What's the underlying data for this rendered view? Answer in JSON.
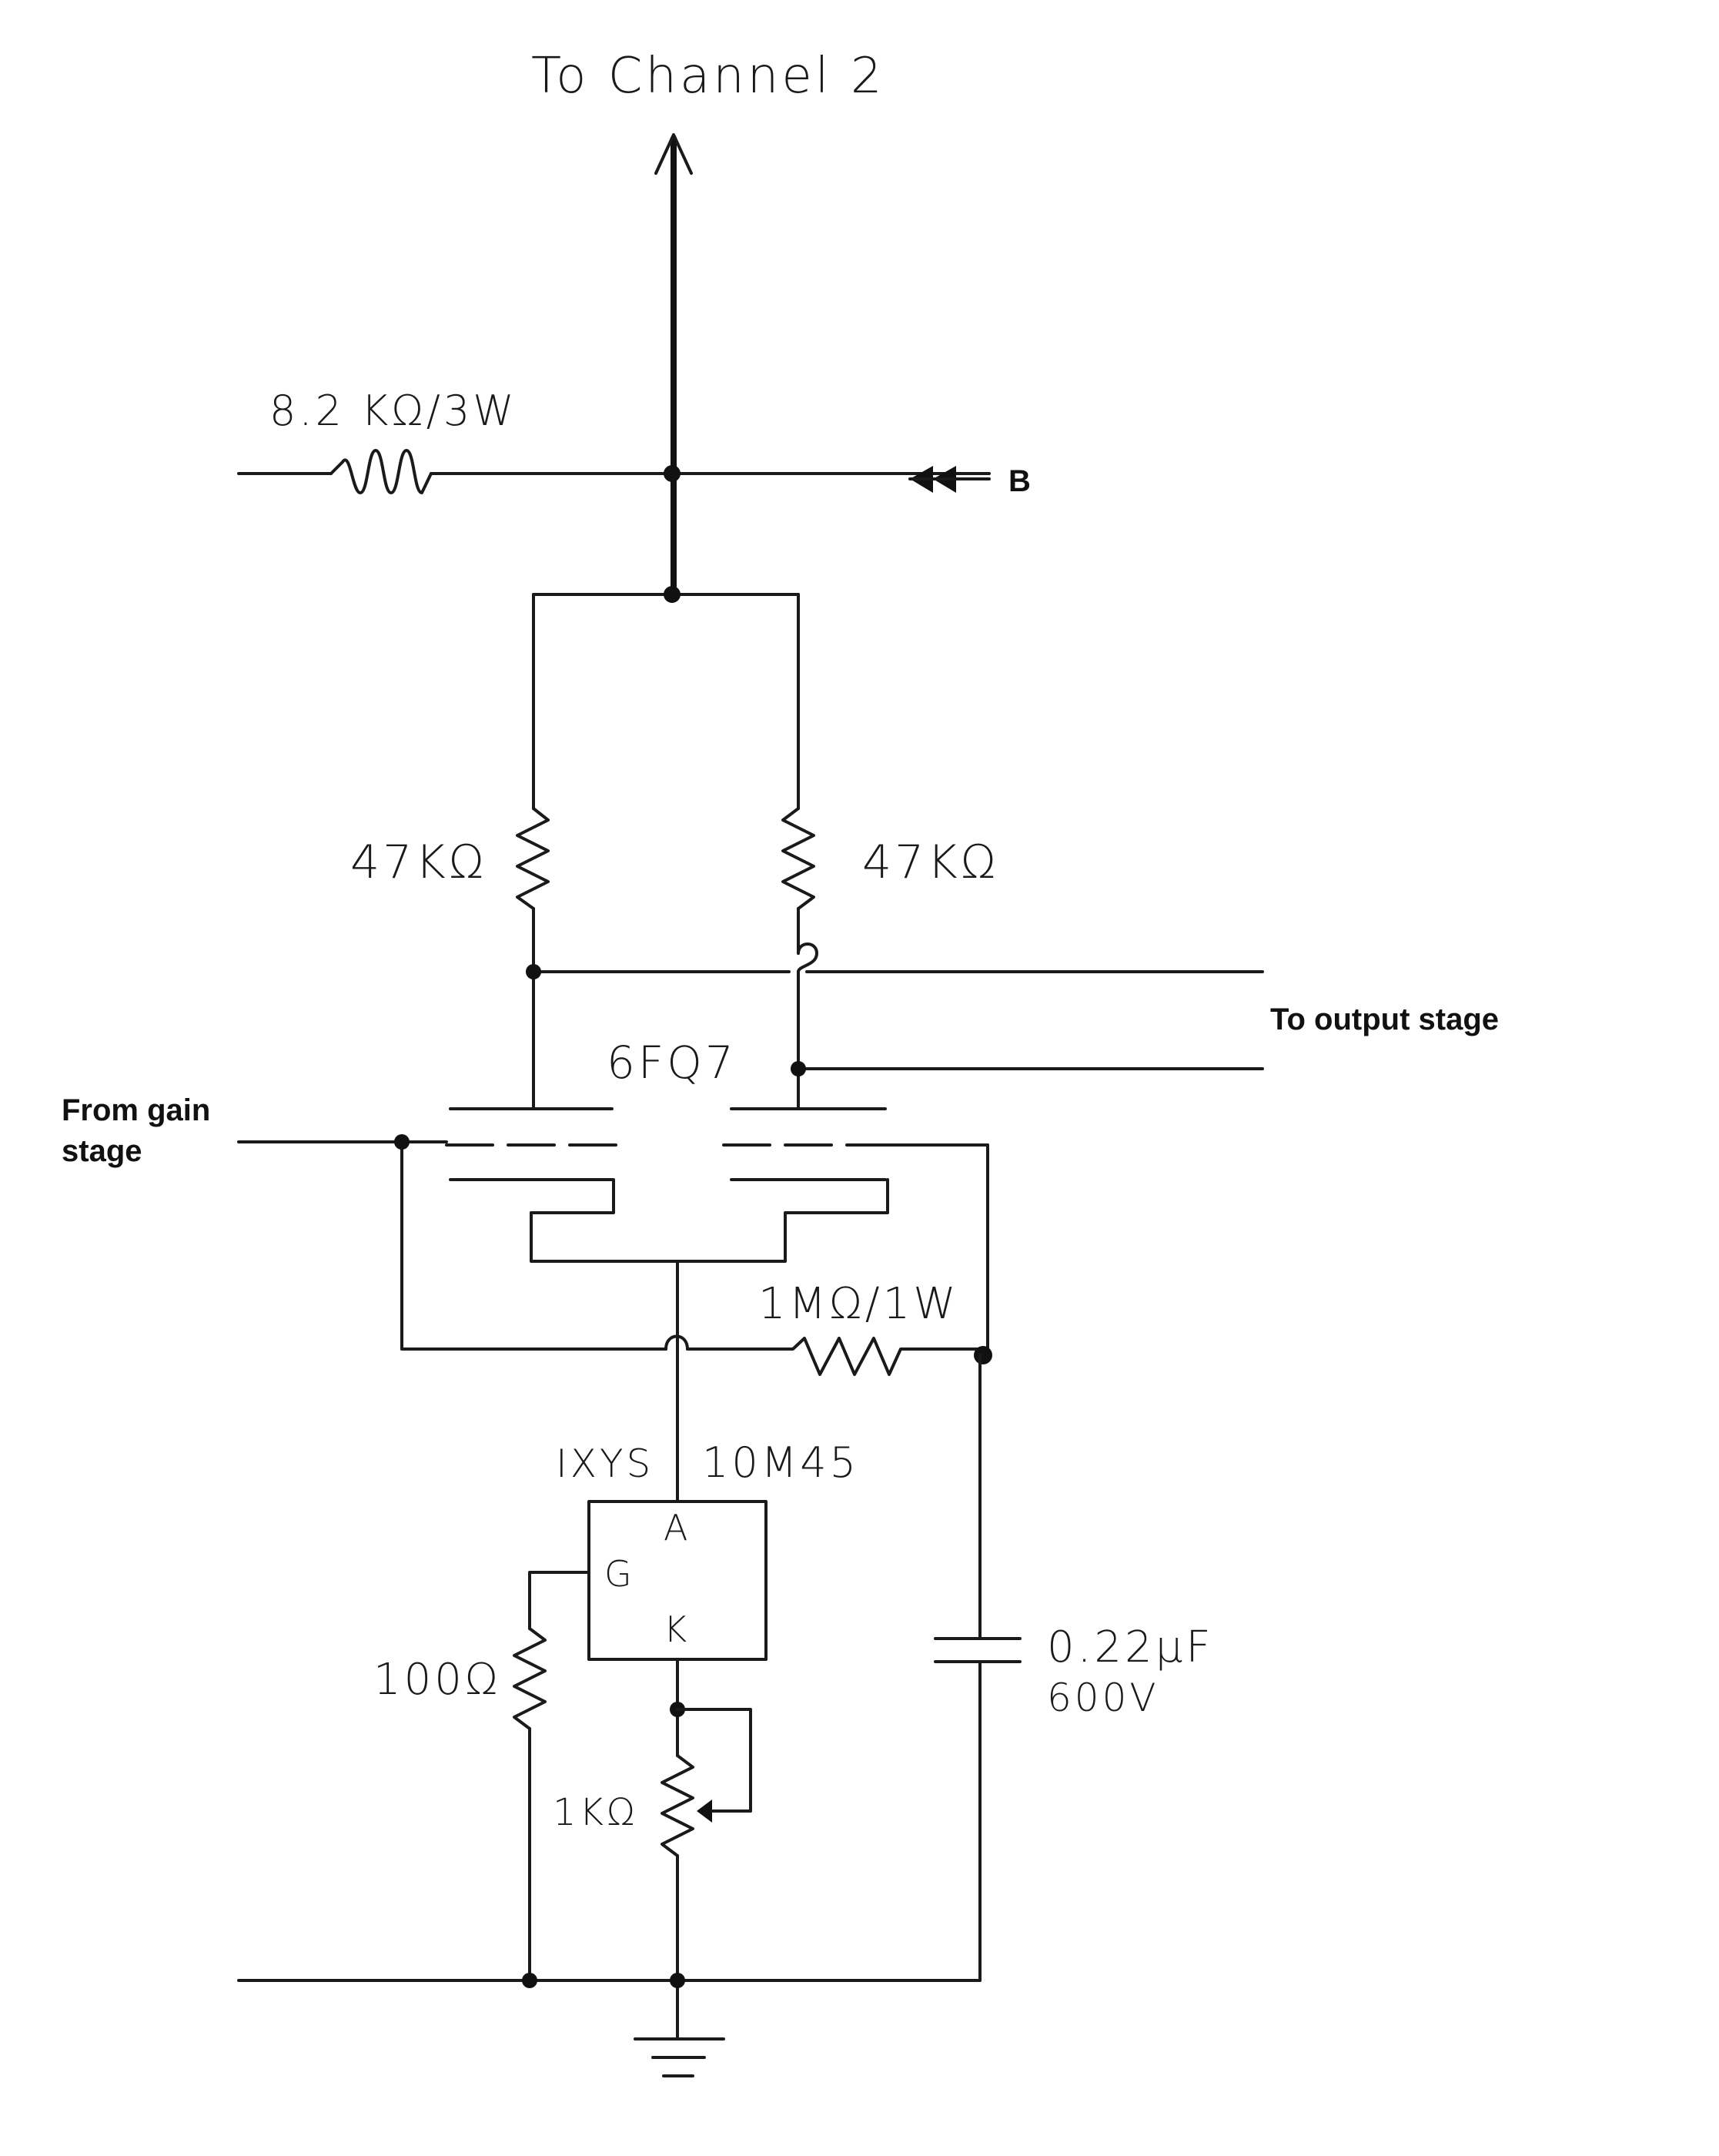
{
  "labels": {
    "to_channel_2": "To Channel 2",
    "r_8k2": "8.2 KΩ/3W",
    "b_supply": "B",
    "r_47k_left": "47KΩ",
    "r_47k_right": "47KΩ",
    "to_output_stage": "To output stage",
    "tube": "6FQ7",
    "from_gain_stage_line1": "From gain",
    "from_gain_stage_line2": "stage",
    "r_1m": "1MΩ/1W",
    "ixys": "IXYS",
    "part_10m45": "10M45",
    "pin_a": "A",
    "pin_g": "G",
    "pin_k": "K",
    "r_100": "100Ω",
    "cap_value": "0.22μF",
    "cap_voltage": "600V",
    "pot_1k": "1KΩ"
  },
  "colors": {
    "ink": "#1a1a1a",
    "paper": "#ffffff"
  }
}
